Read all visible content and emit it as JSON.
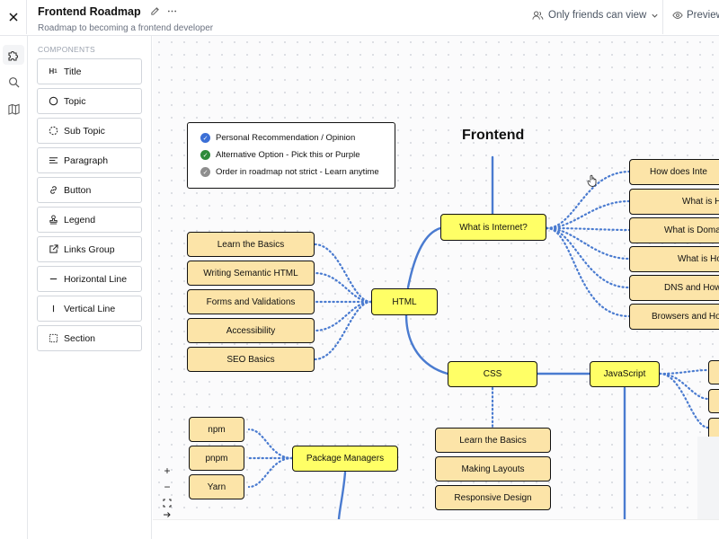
{
  "header": {
    "title": "Frontend Roadmap",
    "subtitle": "Roadmap to becoming a frontend developer",
    "visibility": "Only friends can view",
    "preview": "Preview"
  },
  "panel": {
    "heading": "COMPONENTS",
    "items": [
      {
        "label": "Title",
        "icon": "heading-icon"
      },
      {
        "label": "Topic",
        "icon": "circle-icon"
      },
      {
        "label": "Sub Topic",
        "icon": "dashed-circle-icon"
      },
      {
        "label": "Paragraph",
        "icon": "paragraph-icon"
      },
      {
        "label": "Button",
        "icon": "link-icon"
      },
      {
        "label": "Legend",
        "icon": "stamp-icon"
      },
      {
        "label": "Links Group",
        "icon": "external-link-icon"
      },
      {
        "label": "Horizontal Line",
        "icon": "horizontal-line-icon"
      },
      {
        "label": "Vertical Line",
        "icon": "vertical-line-icon"
      },
      {
        "label": "Section",
        "icon": "dashed-square-icon"
      }
    ]
  },
  "canvas": {
    "title": "Frontend",
    "legend": [
      {
        "label": "Personal Recommendation / Opinion",
        "color": "#3b6fd6"
      },
      {
        "label": "Alternative Option - Pick this or Purple",
        "color": "#2e8b3a"
      },
      {
        "label": "Order in roadmap not strict - Learn anytime",
        "color": "#8e8e8e"
      }
    ],
    "topics": {
      "internet": "What is Internet?",
      "html": "HTML",
      "css": "CSS",
      "javascript": "JavaScript",
      "package_managers": "Package Managers"
    },
    "internet_subs": [
      "How does Inte",
      "What is H",
      "What is Doma",
      "What is Ho",
      "DNS and How",
      "Browsers and Ho"
    ],
    "html_subs": [
      "Learn the Basics",
      "Writing Semantic HTML",
      "Forms and Validations",
      "Accessibility",
      "SEO Basics"
    ],
    "css_subs": [
      "Learn the Basics",
      "Making Layouts",
      "Responsive Design"
    ],
    "pm_subs": [
      "npm",
      "pnpm",
      "Yarn"
    ]
  },
  "zoom_controls": [
    "+",
    "−",
    "⛶",
    "→"
  ]
}
